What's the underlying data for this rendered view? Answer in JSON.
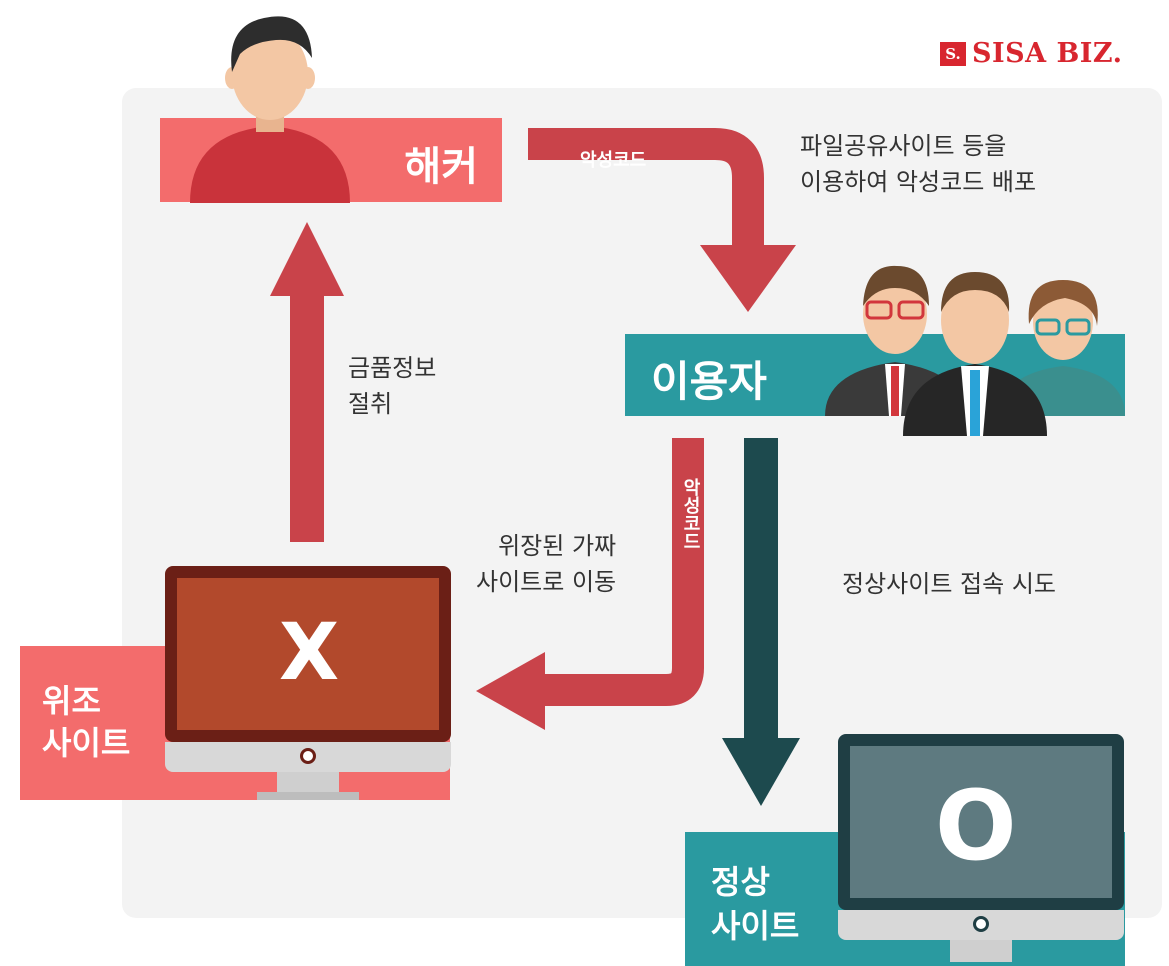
{
  "logo": {
    "mark": "S.",
    "text": "SISA BIZ."
  },
  "nodes": {
    "hacker": "해커",
    "user": "이용자",
    "fake_site": [
      "위조",
      "사이트"
    ],
    "real_site": [
      "정상",
      "사이트"
    ]
  },
  "arrows": {
    "hacker_to_user": "악성코드",
    "user_to_fake": "악성코드"
  },
  "captions": {
    "distribute": [
      "파일공유사이트 등을",
      "이용하여 악성코드 배포"
    ],
    "steal": [
      "금품정보",
      "절취"
    ],
    "redirect": [
      "위장된 가짜",
      "사이트로 이동"
    ],
    "access": "정상사이트 접속 시도"
  },
  "screen_marks": {
    "fake": "X",
    "real": "O"
  },
  "colors": {
    "red": "#f36c6c",
    "dark_red": "#c9434a",
    "teal": "#2a9aa0",
    "dark_teal": "#1d4a4e",
    "brand": "#d8262f"
  }
}
